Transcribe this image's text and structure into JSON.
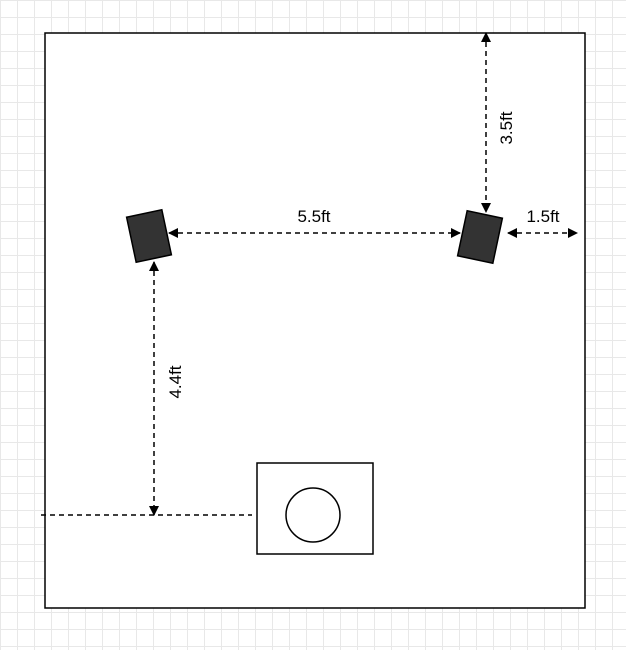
{
  "diagram": {
    "dimensions": {
      "speaker_to_speaker": "5.5ft",
      "speaker_to_side_wall": "1.5ft",
      "speaker_to_back_wall": "3.5ft",
      "speaker_to_listening_line": "4.4ft"
    }
  }
}
